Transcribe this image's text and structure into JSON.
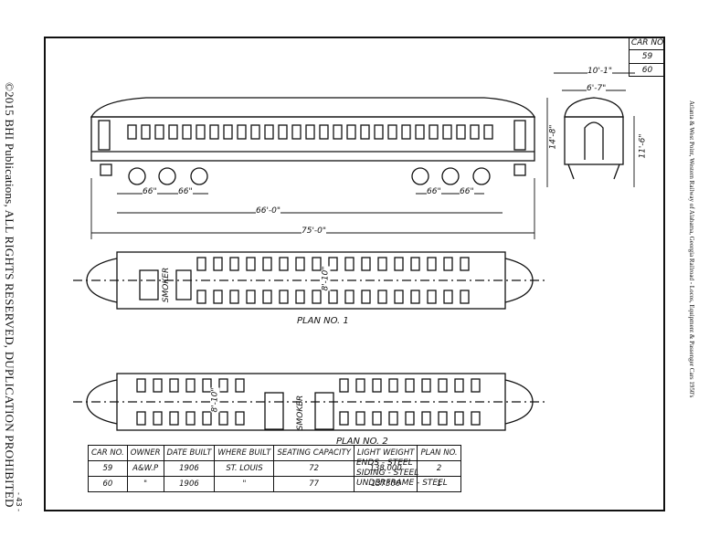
{
  "margin": {
    "copyright": "©2015 BHI Publications, ALL RIGHTS RESERVED, DUPLICATION PROHIBITED",
    "page_number": "- 43 -",
    "caption": "Atlanta & West Point, Western Railway of Alabama, Georgia Railroad  -  Locos, Equipment & Passenger Cars  1950's"
  },
  "car_no_box": {
    "header": "CAR NO",
    "cars": [
      "59",
      "60"
    ]
  },
  "dimensions": {
    "end_width": "10'-1\"",
    "door_width": "6'-7\"",
    "height_overall": "14'-8\"",
    "height_end": "11'-6\"",
    "truck_spacing_left_a": "66\"",
    "truck_spacing_left_b": "66\"",
    "truck_spacing_right_a": "66\"",
    "truck_spacing_right_b": "66\"",
    "truck_centers": "66'-0\"",
    "length_overall": "75'-0\"",
    "plan1_width": "8'-10\"",
    "plan2_width": "8'-10\""
  },
  "labels": {
    "plan1": "PLAN NO. 1",
    "plan2": "PLAN NO. 2",
    "smoker1": "SMOKER",
    "smoker2": "SMOKER"
  },
  "spec_table": {
    "headers": [
      "CAR NO.",
      "OWNER",
      "DATE BUILT",
      "WHERE BUILT",
      "SEATING CAPACITY",
      "LIGHT WEIGHT",
      "PLAN NO."
    ],
    "rows": [
      [
        "59",
        "A&W.P",
        "1906",
        "ST. LOUIS",
        "72",
        "138,000",
        "2"
      ],
      [
        "60",
        "\"",
        "1906",
        "\"",
        "77",
        "137300",
        "1"
      ]
    ]
  },
  "notes": [
    "ENDS - STEEL",
    "SIDING - STEEL",
    "UNDERFRAME - STEEL"
  ]
}
